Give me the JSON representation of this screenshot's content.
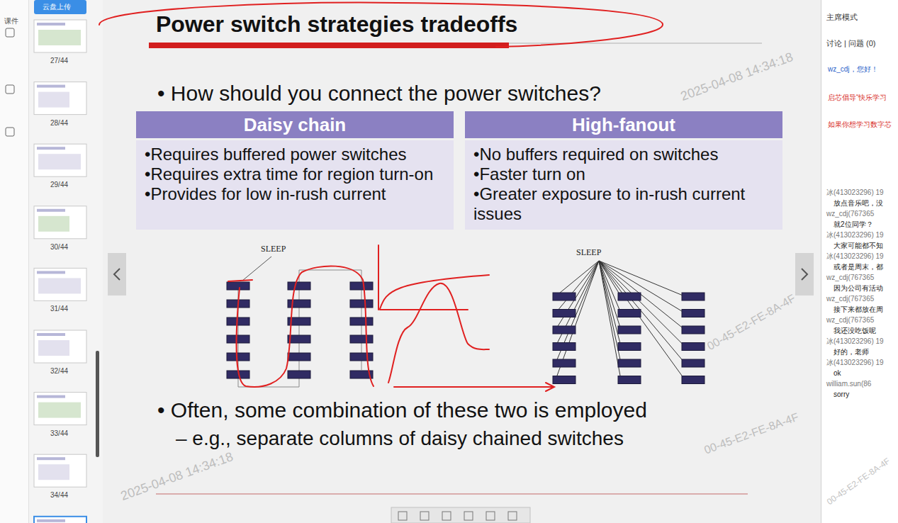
{
  "diagram": {
    "title": "Power switch strategies tradeoffs",
    "nodes": [
      {
        "text": [
          "Daisy chain",
          "•Requires buffered power switches",
          "•Requires extra time for region turn-on",
          "•Provides for low in-rush current"
        ]
      },
      {
        "text": [
          "High-fanout",
          "•No buffers required on switches",
          "•Faster turn on",
          "•Greater exposure to in-rush current issues"
        ]
      }
    ],
    "labels": [
      "• How should you connect the power switches?",
      "SLEEP",
      "SLEEP",
      "• Often, some combination of these two is employed",
      "– e.g., separate columns of daisy chained switches",
      "2025-04-08 14:34:18",
      "2025-04-08 14:34:18",
      "00-45-E2-FE-8A-4F",
      "00-45-E2-FE-8A-4F",
      "00-45-E2-FE-8A-4F",
      "云盘上传",
      "课件",
      "27/44",
      "28/44",
      "29/44",
      "30/44",
      "31/44",
      "32/44",
      "33/44",
      "34/44",
      "主席模式",
      "讨论 | 问题 (0)",
      "wz_cdj，您好！",
      "启芯倡导“快乐学习",
      "如果你想学习数字芯",
      "冰(413023296) 19",
      "放点音乐吧，没",
      "wz_cdj(767365",
      "就2位同学？",
      "冰(413023296) 19",
      "大家可能都不知",
      "冰(413023296) 19",
      "或者是周末，都",
      "wz_cdj(767365",
      "因为公司有活动",
      "wz_cdj(767365",
      "接下来都放在周",
      "wz_cdj(767365",
      "我还没吃饭呢",
      "冰(413023296) 19",
      "好的，老师",
      "冰(413023296) 19",
      "ok",
      "william.sun(86",
      "sorry"
    ]
  }
}
